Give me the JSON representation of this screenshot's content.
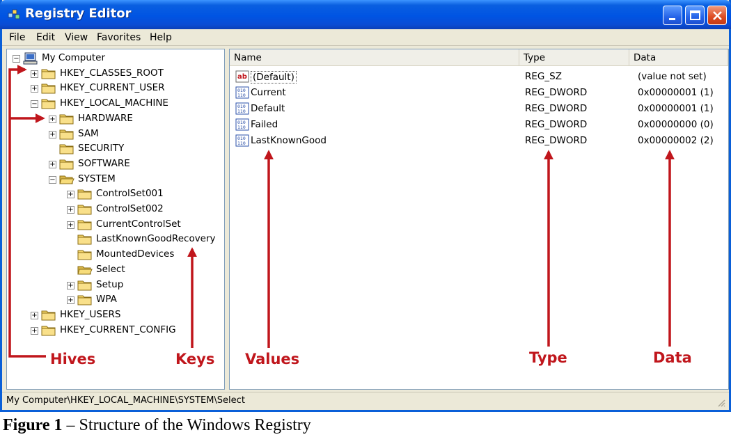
{
  "window": {
    "title": "Registry Editor"
  },
  "menu": [
    "File",
    "Edit",
    "View",
    "Favorites",
    "Help"
  ],
  "tree": [
    {
      "label": "My Computer",
      "level": 0,
      "exp": "minus",
      "icon": "computer"
    },
    {
      "label": "HKEY_CLASSES_ROOT",
      "level": 1,
      "exp": "plus",
      "icon": "folder"
    },
    {
      "label": "HKEY_CURRENT_USER",
      "level": 1,
      "exp": "plus",
      "icon": "folder"
    },
    {
      "label": "HKEY_LOCAL_MACHINE",
      "level": 1,
      "exp": "minus",
      "icon": "folder"
    },
    {
      "label": "HARDWARE",
      "level": 2,
      "exp": "plus",
      "icon": "folder"
    },
    {
      "label": "SAM",
      "level": 2,
      "exp": "plus",
      "icon": "folder"
    },
    {
      "label": "SECURITY",
      "level": 2,
      "exp": "",
      "icon": "folder"
    },
    {
      "label": "SOFTWARE",
      "level": 2,
      "exp": "plus",
      "icon": "folder"
    },
    {
      "label": "SYSTEM",
      "level": 2,
      "exp": "minus",
      "icon": "folder-open"
    },
    {
      "label": "ControlSet001",
      "level": 3,
      "exp": "plus",
      "icon": "folder"
    },
    {
      "label": "ControlSet002",
      "level": 3,
      "exp": "plus",
      "icon": "folder"
    },
    {
      "label": "CurrentControlSet",
      "level": 3,
      "exp": "plus",
      "icon": "folder"
    },
    {
      "label": "LastKnownGoodRecovery",
      "level": 3,
      "exp": "",
      "icon": "folder"
    },
    {
      "label": "MountedDevices",
      "level": 3,
      "exp": "",
      "icon": "folder"
    },
    {
      "label": "Select",
      "level": 3,
      "exp": "",
      "icon": "folder-open"
    },
    {
      "label": "Setup",
      "level": 3,
      "exp": "plus",
      "icon": "folder"
    },
    {
      "label": "WPA",
      "level": 3,
      "exp": "plus",
      "icon": "folder"
    },
    {
      "label": "HKEY_USERS",
      "level": 1,
      "exp": "plus",
      "icon": "folder"
    },
    {
      "label": "HKEY_CURRENT_CONFIG",
      "level": 1,
      "exp": "plus",
      "icon": "folder"
    }
  ],
  "columns": {
    "name": "Name",
    "type": "Type",
    "data": "Data"
  },
  "values": [
    {
      "name": "(Default)",
      "type": "REG_SZ",
      "data": "(value not set)",
      "icon": "string-value-icon"
    },
    {
      "name": "Current",
      "type": "REG_DWORD",
      "data": "0x00000001 (1)",
      "icon": "binary-value-icon"
    },
    {
      "name": "Default",
      "type": "REG_DWORD",
      "data": "0x00000001 (1)",
      "icon": "binary-value-icon"
    },
    {
      "name": "Failed",
      "type": "REG_DWORD",
      "data": "0x00000000 (0)",
      "icon": "binary-value-icon"
    },
    {
      "name": "LastKnownGood",
      "type": "REG_DWORD",
      "data": "0x00000002 (2)",
      "icon": "binary-value-icon"
    }
  ],
  "annotations": {
    "hives": "Hives",
    "keys": "Keys",
    "values": "Values",
    "type": "Type",
    "data": "Data"
  },
  "status": {
    "path": "My Computer\\HKEY_LOCAL_MACHINE\\SYSTEM\\Select"
  },
  "caption": {
    "label": "Figure 1",
    "text": " – Structure of the Windows Registry"
  },
  "colors": {
    "titlebar": "#0054e3",
    "annotation": "#c0161c",
    "folder": "#f5d66b"
  }
}
